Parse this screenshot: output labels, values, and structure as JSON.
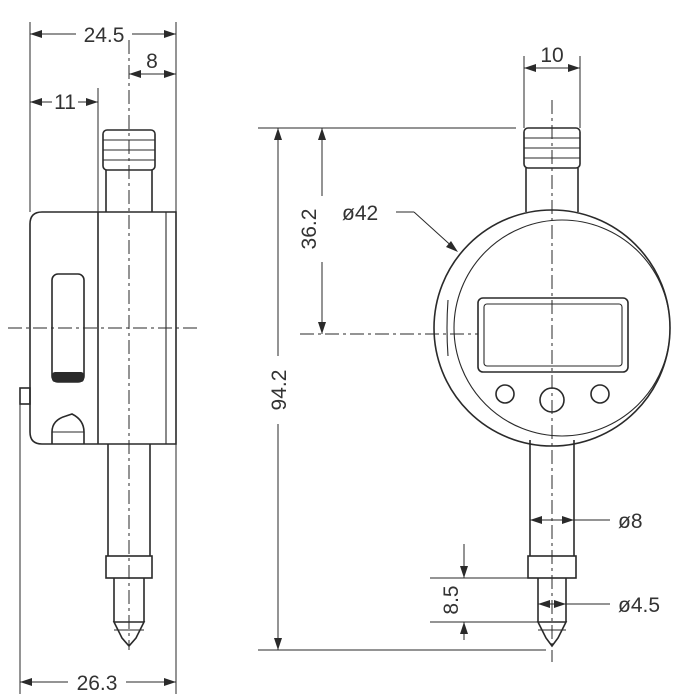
{
  "dimensions": {
    "side_width": "24.5",
    "side_offset_8": "8",
    "side_offset_11": "11",
    "bottom_width": "26.3",
    "top_width": "10",
    "height_36": "36.2",
    "height_total": "94.2",
    "dial_diameter": "ø42",
    "stem_diameter": "ø8",
    "tip_diameter": "ø4.5",
    "tip_length": "8.5"
  },
  "colors": {
    "line": "#2a2a2a",
    "text": "#333333",
    "background": "#ffffff"
  }
}
